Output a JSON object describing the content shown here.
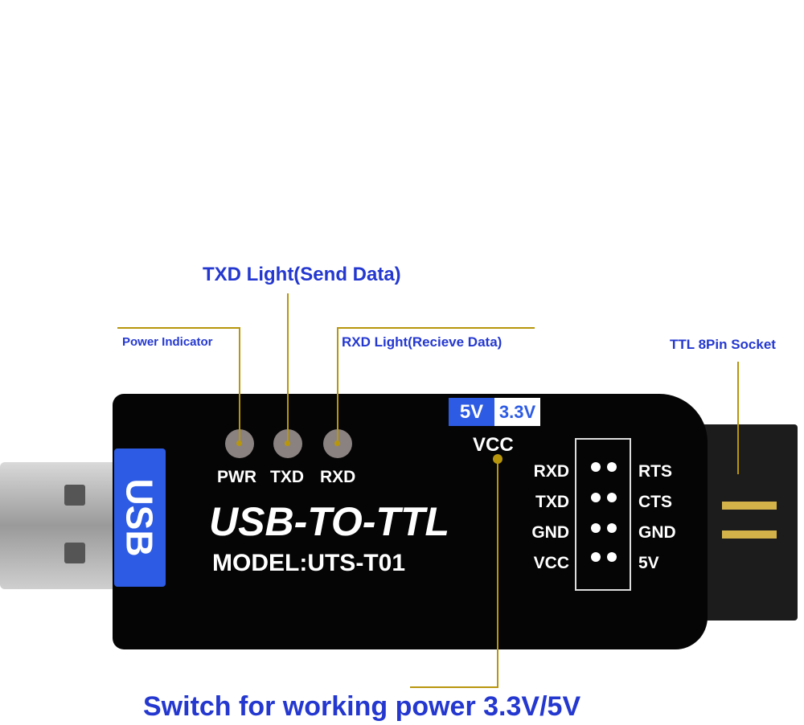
{
  "callouts": {
    "txd_light": "TXD Light(Send Data)",
    "power_indicator": "Power Indicator",
    "rxd_light": "RXD Light(Recieve Data)",
    "ttl_socket": "TTL 8Pin Socket",
    "switch": "Switch for working power 3.3V/5V"
  },
  "board": {
    "usb_tag": "USB",
    "leds": [
      "PWR",
      "TXD",
      "RXD"
    ],
    "title": "USB-TO-TTL",
    "model": "MODEL:UTS-T01",
    "switch_5v": "5V",
    "switch_33v": "3.3V",
    "vcc": "VCC",
    "pins_left": [
      "RXD",
      "TXD",
      "GND",
      "VCC"
    ],
    "pins_right": [
      "RTS",
      "CTS",
      "GND",
      "5V"
    ]
  },
  "colors": {
    "label": "#2438d0",
    "accent": "#2d5be3",
    "leader": "#b8960c"
  }
}
